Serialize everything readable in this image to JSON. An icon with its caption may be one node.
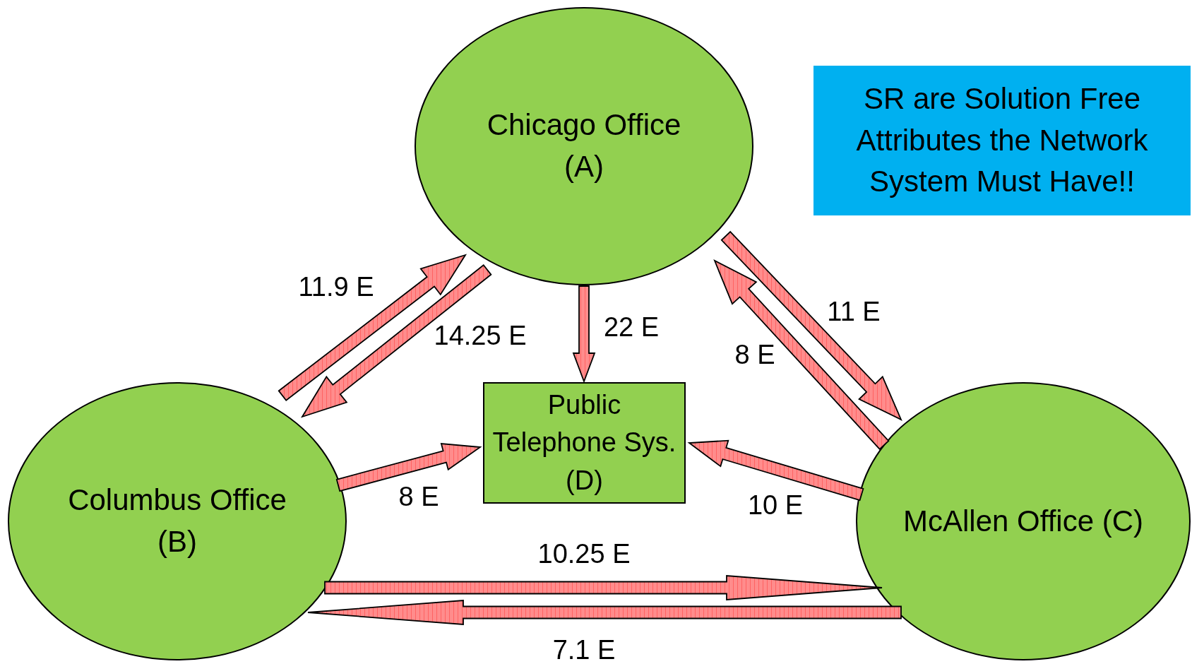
{
  "diagram": {
    "nodes": [
      {
        "text": [
          "Chicago Office (A)"
        ]
      },
      {
        "text": [
          "SR are Solution Free Attributes the Network System Must Have!!"
        ]
      },
      {
        "text": [
          "Public Telephone Sys. (D)"
        ]
      },
      {
        "text": [
          "Columbus Office (B)"
        ]
      },
      {
        "text": [
          "McAllen Office (C)"
        ]
      }
    ],
    "edges": [
      {
        "from": 3,
        "to": 0,
        "arrow": "to",
        "label": "11.9 E"
      },
      {
        "from": 0,
        "to": 3,
        "arrow": "to",
        "label": "14.25 E"
      },
      {
        "from": 0,
        "to": 2,
        "arrow": "to",
        "label": "22 E"
      },
      {
        "from": 0,
        "to": 4,
        "arrow": "to",
        "label": "11 E"
      },
      {
        "from": 4,
        "to": 0,
        "arrow": "to",
        "label": "8 E"
      },
      {
        "from": 3,
        "to": 2,
        "arrow": "to",
        "label": "8 E"
      },
      {
        "from": 4,
        "to": 2,
        "arrow": "to",
        "label": "10 E"
      },
      {
        "from": 3,
        "to": 4,
        "arrow": "to",
        "label": "10.25 E"
      },
      {
        "from": 4,
        "to": 3,
        "arrow": "to",
        "label": "7.1 E"
      }
    ]
  }
}
